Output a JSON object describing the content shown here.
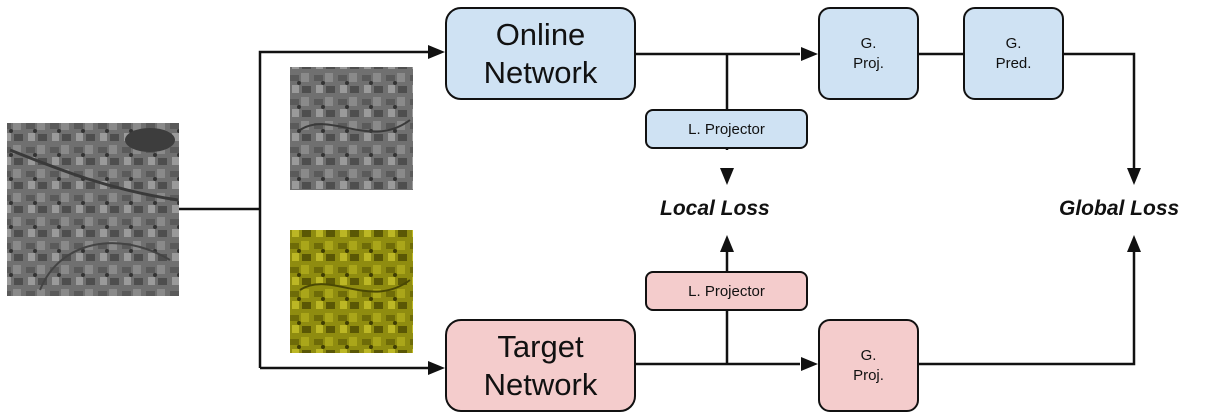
{
  "online_network": {
    "line1": "Online",
    "line2": "Network"
  },
  "target_network": {
    "line1": "Target",
    "line2": "Network"
  },
  "online_g_proj": {
    "line1": "G.",
    "line2": "Proj."
  },
  "online_g_pred": {
    "line1": "G.",
    "line2": "Pred."
  },
  "target_g_proj": {
    "line1": "G.",
    "line2": "Proj."
  },
  "online_l_projector": "L. Projector",
  "target_l_projector": "L. Projector",
  "local_loss": "Local Loss",
  "global_loss": "Global Loss",
  "colors": {
    "online_fill": "#cfe2f3",
    "target_fill": "#f4cccc",
    "stroke": "#111111",
    "input_image": "grayscale satellite image",
    "online_view": "grayscale satellite image",
    "target_view": "yellow-tinted satellite image"
  }
}
